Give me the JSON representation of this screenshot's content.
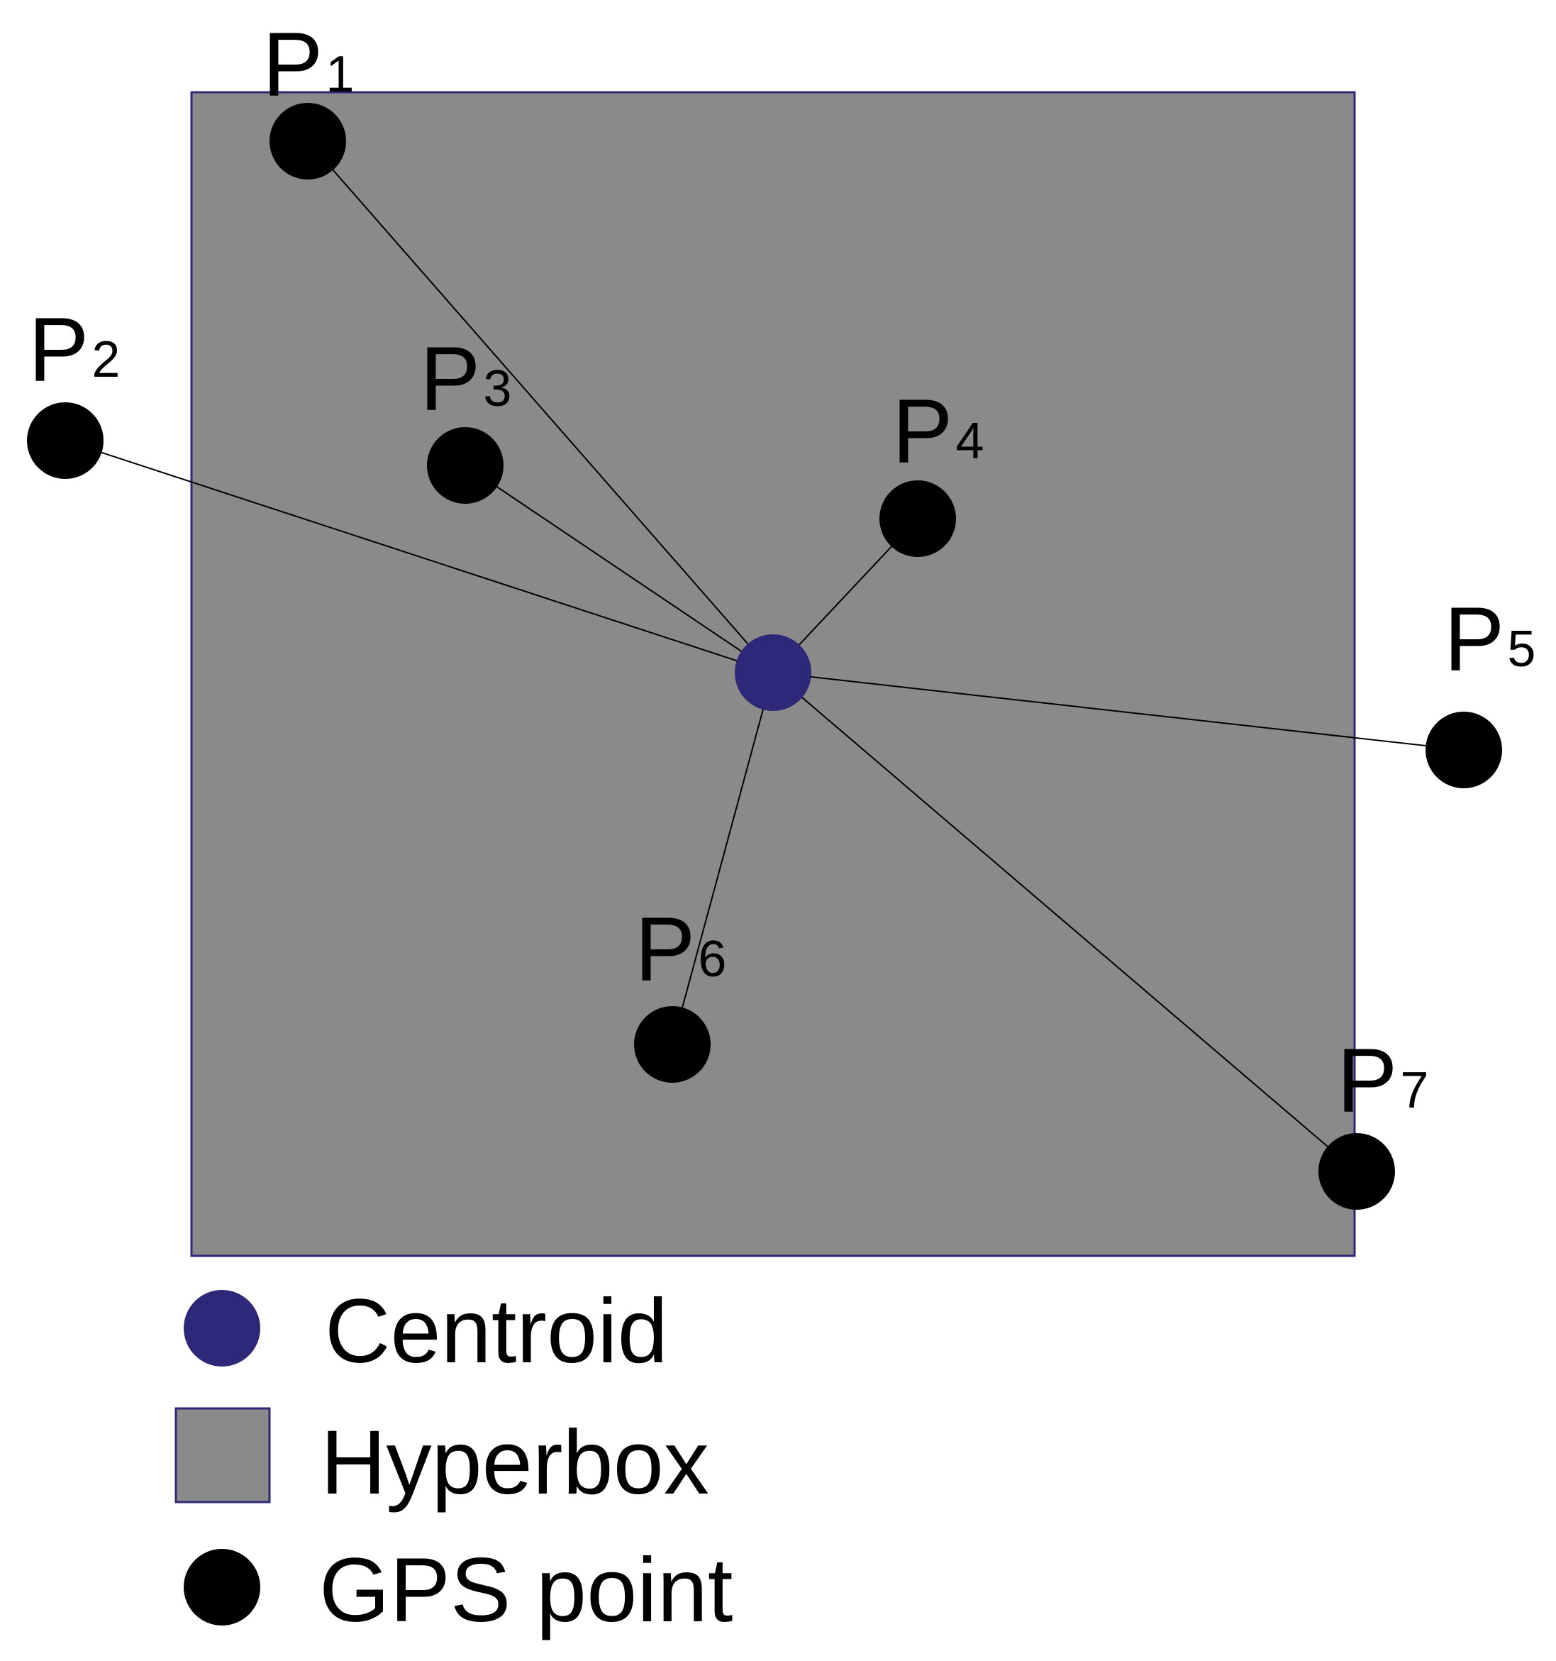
{
  "colors": {
    "hyperbox_fill": "#8a8a8a",
    "hyperbox_border": "#2e2878",
    "centroid": "#2e2878",
    "gps_point": "#000000",
    "connector_line": "#000000",
    "background": "#ffffff"
  },
  "centroid": {
    "legend_label": "Centroid"
  },
  "hyperbox": {
    "legend_label": "Hyperbox"
  },
  "gps_points": [
    {
      "label": "P",
      "subscript": "1"
    },
    {
      "label": "P",
      "subscript": "2"
    },
    {
      "label": "P",
      "subscript": "3"
    },
    {
      "label": "P",
      "subscript": "4"
    },
    {
      "label": "P",
      "subscript": "5"
    },
    {
      "label": "P",
      "subscript": "6"
    },
    {
      "label": "P",
      "subscript": "7"
    }
  ],
  "legend": {
    "items": [
      {
        "key": "centroid",
        "label": "Centroid",
        "icon": "circle-icon"
      },
      {
        "key": "hyperbox",
        "label": "Hyperbox",
        "icon": "square-icon"
      },
      {
        "key": "gps",
        "label": "GPS point",
        "icon": "circle-icon"
      }
    ]
  }
}
